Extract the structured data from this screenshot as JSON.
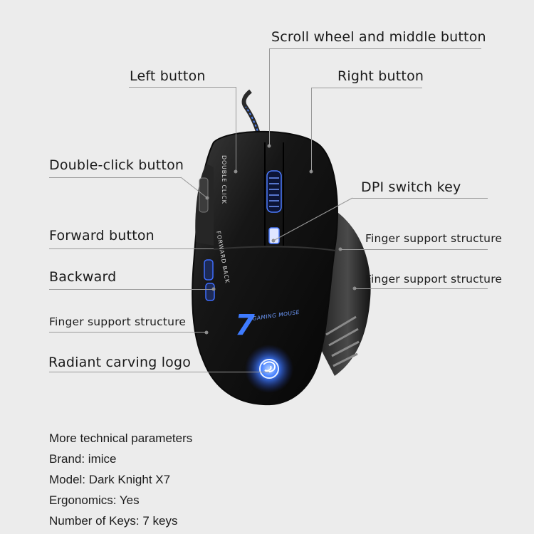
{
  "labels": {
    "scroll_wheel": "Scroll wheel and middle button",
    "left_button": "Left button",
    "right_button": "Right button",
    "double_click": "Double-click button",
    "dpi_switch": "DPI switch key",
    "forward": "Forward button",
    "finger_support_right_1": "Finger support structure",
    "backward": "Backward",
    "finger_support_right_2": "Finger support structure",
    "finger_support_left": "Finger support structure",
    "logo": "Radiant carving logo"
  },
  "mouse_print": {
    "side_top": "DOUBLE CLICK",
    "side_bottom": "FORWARD BACK",
    "model_digit": "7",
    "model_text": "GAMING MOUSE"
  },
  "specs": {
    "heading": "More technical parameters",
    "brand": "Brand: imice",
    "model": "Model: Dark Knight X7",
    "ergonomics": "Ergonomics: Yes",
    "keys": "Number of Keys: 7 keys"
  },
  "colors": {
    "background": "#ececec",
    "mouse_body": "#141414",
    "led_glow": "#2f6bff",
    "leader_line": "#9a9a9a"
  }
}
